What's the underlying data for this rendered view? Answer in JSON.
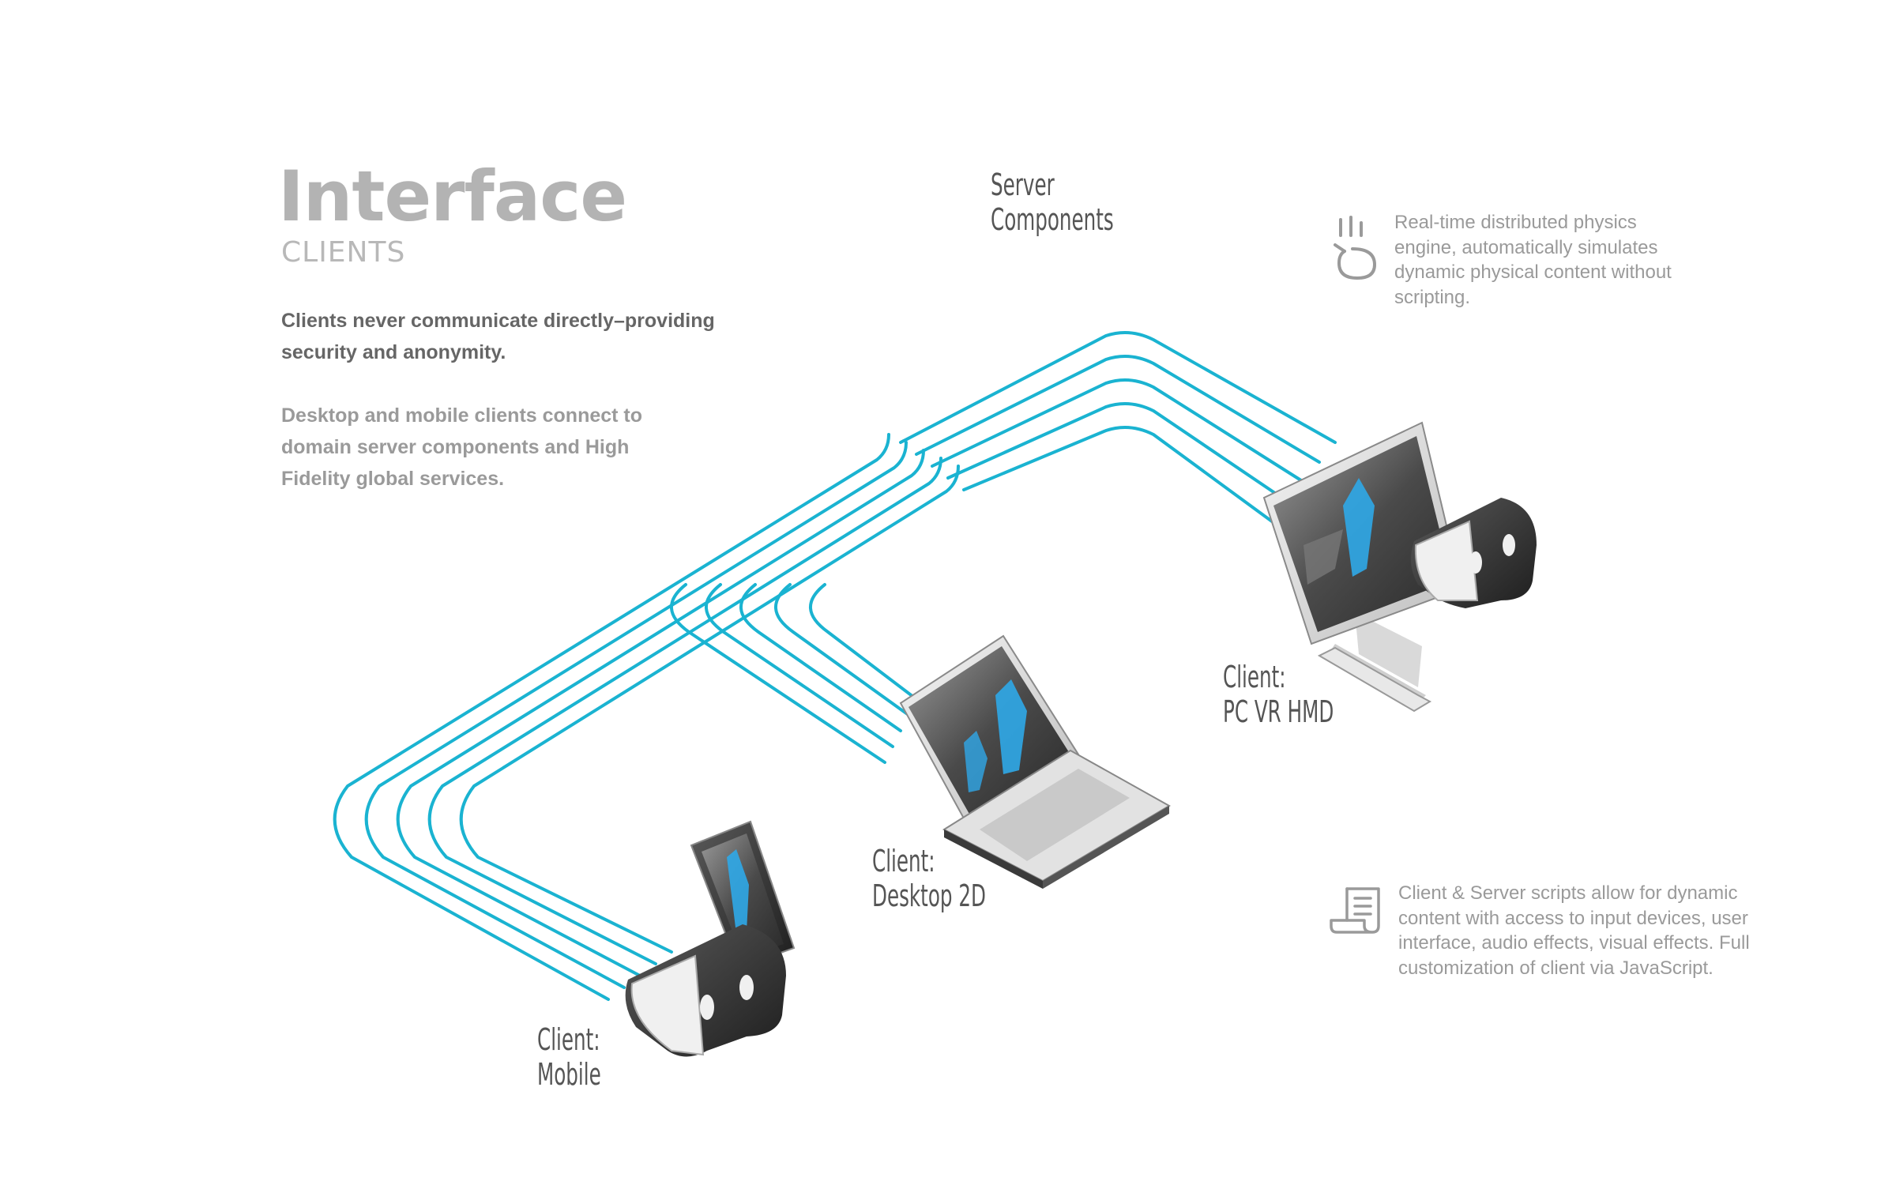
{
  "header": {
    "title": "Interface",
    "subtitle": "CLIENTS"
  },
  "intro": {
    "lead": "Clients never communicate directly–providing security and anonymity.",
    "body": "Desktop and mobile clients connect to domain server components and High Fidelity global services."
  },
  "nodes": {
    "server": {
      "line1": "Server",
      "line2": "Components"
    },
    "pc_vr": {
      "line1": "Client:",
      "line2": "PC VR HMD"
    },
    "desktop": {
      "line1": "Client:",
      "line2": "Desktop 2D"
    },
    "mobile": {
      "line1": "Client:",
      "line2": "Mobile"
    }
  },
  "features": {
    "physics": {
      "icon": "physics-icon",
      "text": "Real-time distributed physics engine, automatically simulates dynamic physical content without scripting."
    },
    "scripts": {
      "icon": "script-scroll-icon",
      "text": "Client & Server scripts allow for dynamic content with access to input devices, user interface, audio effects, visual effects. Full customization of client via JavaScript."
    }
  },
  "colors": {
    "line": "#1ab3d1",
    "screen_figure": "#2fa8e8",
    "device_dark": "#3a3a3a",
    "text_gray": "#9a9a9a"
  }
}
